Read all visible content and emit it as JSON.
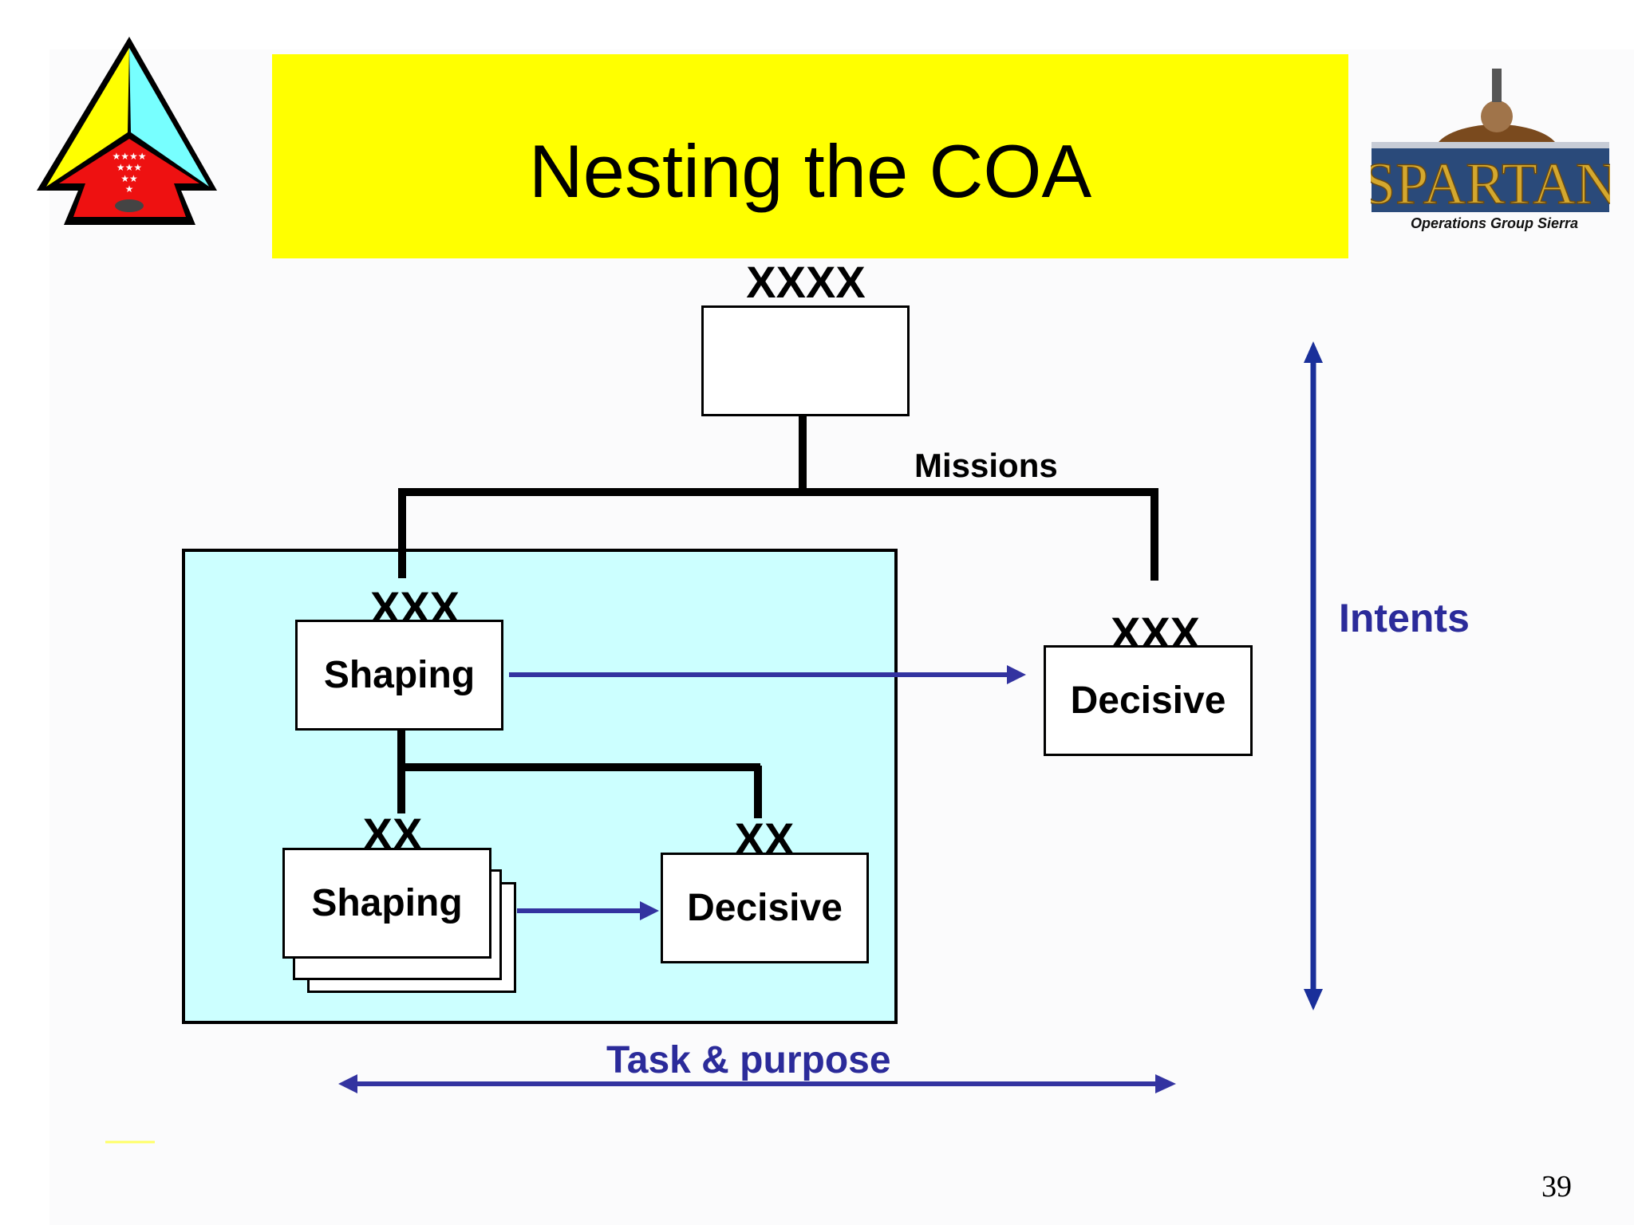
{
  "slide": {
    "title": "Nesting the COA",
    "page_number": "39"
  },
  "logos": {
    "left_emblem": "triangle-arrow-emblem",
    "spartan_wordmark": "SPARTAN",
    "spartan_subtitle": "Operations Group Sierra"
  },
  "diagram": {
    "top_echelon": "XXXX",
    "missions_label": "Missions",
    "xxx_left_echelon": "XXX",
    "xxx_left_box": "Shaping",
    "xxx_right_echelon": "XXX",
    "xxx_right_box": "Decisive",
    "xx_left_echelon": "XX",
    "xx_left_box": "Shaping",
    "xx_right_echelon": "XX",
    "xx_right_box": "Decisive",
    "intents_label": "Intents",
    "task_purpose_label": "Task & purpose"
  },
  "colors": {
    "title_bar": "#ffff00",
    "nested_area": "#ccffff",
    "arrow_blue": "#3333a0",
    "intents_arrow": "#1a2f9a"
  }
}
